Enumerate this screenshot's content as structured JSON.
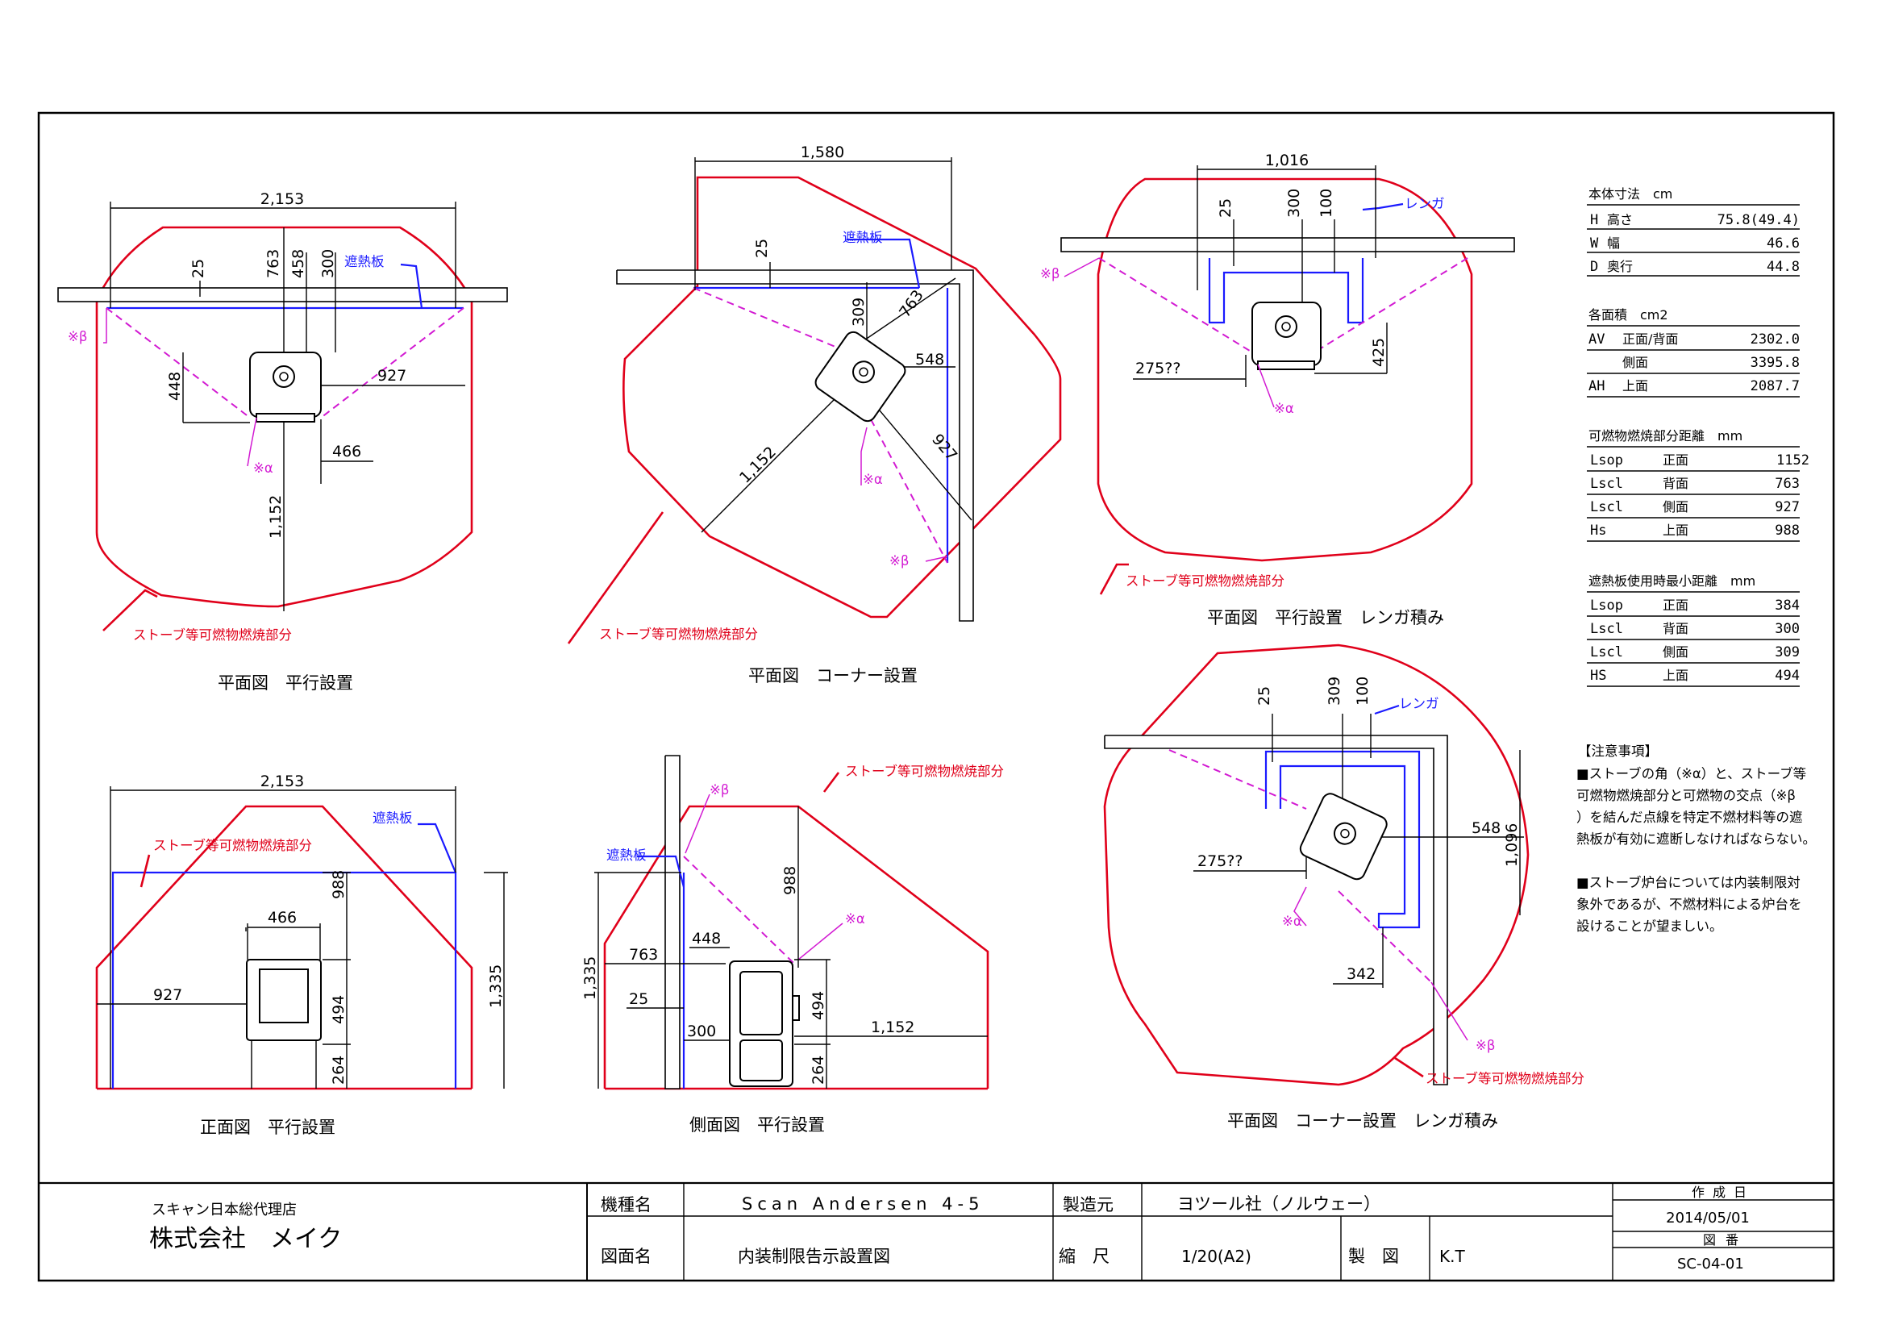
{
  "views": {
    "plan_parallel": {
      "caption": "平面図　平行設置",
      "dims": [
        "2,153",
        "25",
        "763",
        "458",
        "300",
        "448",
        "927",
        "466",
        "1,152"
      ],
      "shield": "遮熱板",
      "beta": "※β",
      "alpha": "※α",
      "zone": "ストーブ等可燃物燃焼部分"
    },
    "plan_corner": {
      "caption": "平面図　コーナー設置",
      "dims": [
        "1,580",
        "25",
        "309",
        "763",
        "548",
        "1,152",
        "927"
      ],
      "shield": "遮熱板",
      "alpha": "※α",
      "beta": "※β",
      "zone": "ストーブ等可燃物燃焼部分"
    },
    "plan_brick": {
      "caption": "平面図　平行設置　レンガ積み",
      "dims": [
        "1,016",
        "25",
        "300",
        "100",
        "425",
        "275??"
      ],
      "brick": "レンガ",
      "beta": "※β",
      "alpha": "※α",
      "zone": "ストーブ等可燃物燃焼部分"
    },
    "front": {
      "caption": "正面図　平行設置",
      "dims": [
        "2,153",
        "466",
        "988",
        "927",
        "494",
        "1,335",
        "264"
      ],
      "shield": "遮熱板",
      "zone": "ストーブ等可燃物燃焼部分"
    },
    "side": {
      "caption": "側面図　平行設置",
      "dims": [
        "988",
        "1,335",
        "763",
        "448",
        "25",
        "300",
        "494",
        "1,152",
        "264"
      ],
      "shield": "遮熱板",
      "alpha": "※α",
      "beta": "※β",
      "zone": "ストーブ等可燃物燃焼部分"
    },
    "corner_brick": {
      "caption": "平面図　コーナー設置　レンガ積み",
      "dims": [
        "25",
        "309",
        "100",
        "548",
        "1,096",
        "275??",
        "342"
      ],
      "brick": "レンガ",
      "alpha": "※α",
      "beta": "※β",
      "zone": "ストーブ等可燃物燃焼部分"
    }
  },
  "specs": {
    "body_title": "本体寸法　cm",
    "body": [
      {
        "code": "H",
        "label": "高さ",
        "value": "75.8(49.4)"
      },
      {
        "code": "W",
        "label": "幅",
        "value": "46.6"
      },
      {
        "code": "D",
        "label": "奥行",
        "value": "44.8"
      }
    ],
    "area_title": "各面積　cm2",
    "area": [
      {
        "code": "AV",
        "label": "正面/背面",
        "value": "2302.0"
      },
      {
        "code": "",
        "label": "側面",
        "value": "3395.8"
      },
      {
        "code": "AH",
        "label": "上面",
        "value": "2087.7"
      }
    ],
    "dist_title": "可燃物燃焼部分距離　mm",
    "dist": [
      {
        "code": "Lsop",
        "label": "正面",
        "value": "1152"
      },
      {
        "code": "Lscl",
        "label": "背面",
        "value": "763"
      },
      {
        "code": "Lscl",
        "label": "側面",
        "value": "927"
      },
      {
        "code": "Hs",
        "label": "上面",
        "value": "988"
      }
    ],
    "shield_title": "遮熱板使用時最小距離　mm",
    "shield": [
      {
        "code": "Lsop",
        "label": "正面",
        "value": "384"
      },
      {
        "code": "Lscl",
        "label": "背面",
        "value": "300"
      },
      {
        "code": "Lscl",
        "label": "側面",
        "value": "309"
      },
      {
        "code": "HS",
        "label": "上面",
        "value": "494"
      }
    ]
  },
  "notes": {
    "title": "【注意事項】",
    "lines": [
      "■ストーブの角（※α）と、ストーブ等",
      "可燃物燃焼部分と可燃物の交点（※β",
      "）を結んだ点線を特定不燃材料等の遮",
      "熱板が有効に遮断しなければならない。",
      "",
      "■ストーブ炉台については内装制限対",
      "象外であるが、不燃材料による炉台を",
      "設けることが望ましい。"
    ]
  },
  "title_block": {
    "dealer": "スキャン日本総代理店",
    "company": "株式会社　メイク",
    "model_label": "機種名",
    "model": "Scan Andersen 4-5",
    "maker_label": "製造元",
    "maker": "ヨツール社（ノルウェー）",
    "date_label": "作成日",
    "date": "2014/05/01",
    "drawing_label": "図面名",
    "drawing": "内装制限告示設置図",
    "scale_label": "縮　尺",
    "scale": "1/20(A2)",
    "drafter_label": "製　図",
    "drafter": "K.T",
    "number_label": "図番",
    "number": "SC-04-01"
  }
}
